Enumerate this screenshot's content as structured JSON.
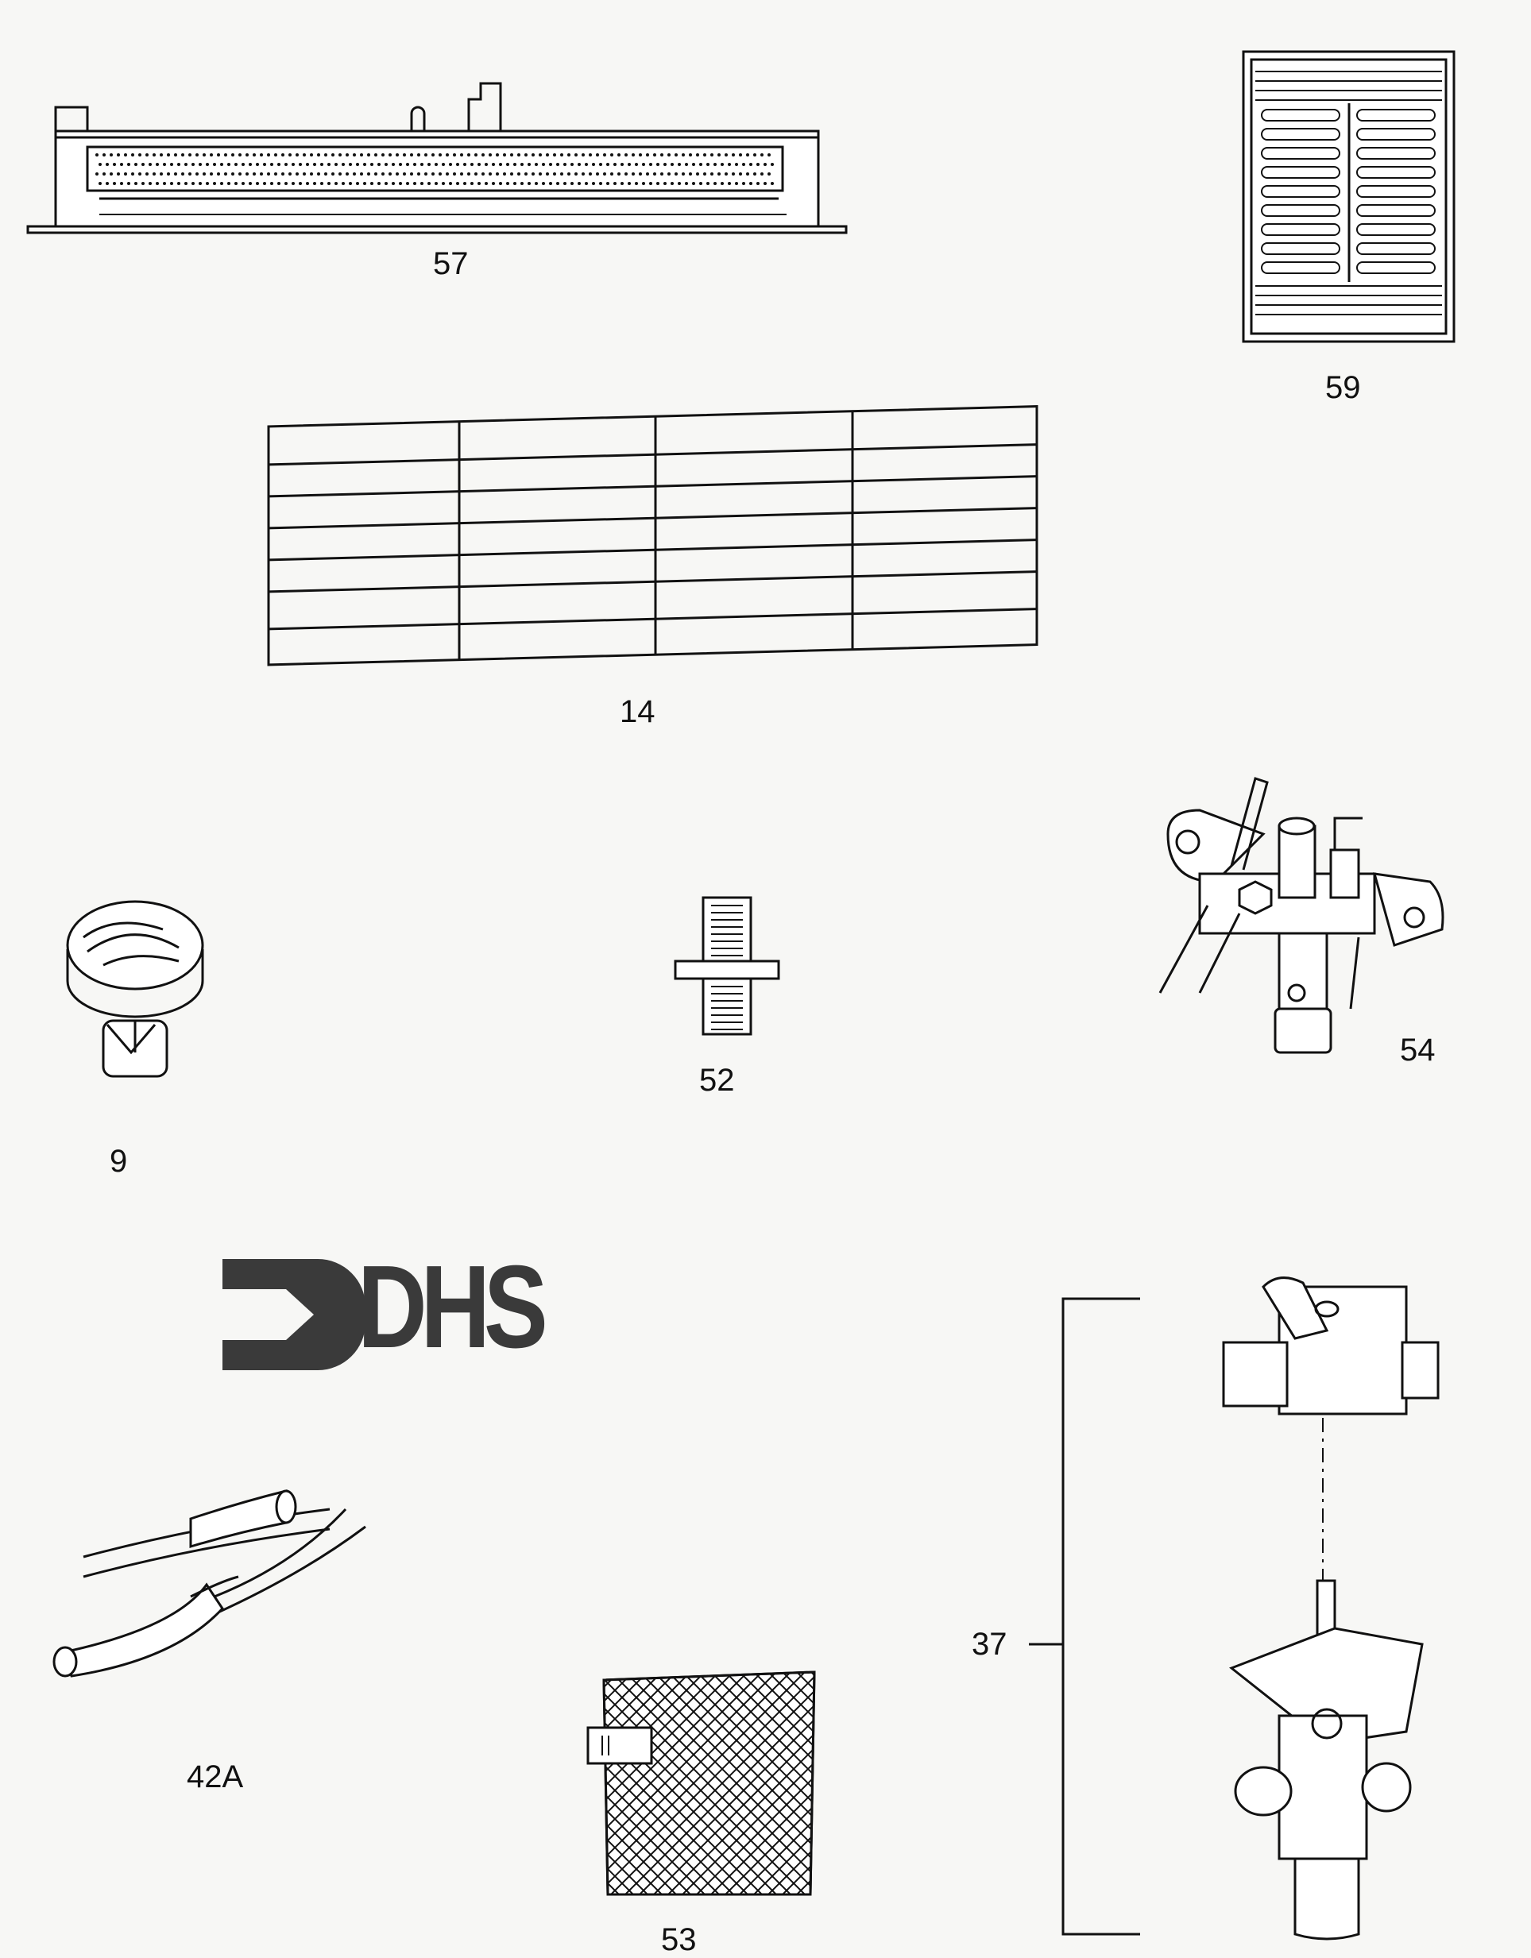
{
  "parts": [
    {
      "number": "57",
      "name": "burner"
    },
    {
      "number": "59",
      "name": "grille"
    },
    {
      "number": "14",
      "name": "table"
    },
    {
      "number": "9",
      "name": "knob"
    },
    {
      "number": "52",
      "name": "fitting"
    },
    {
      "number": "54",
      "name": "pilot-assembly"
    },
    {
      "number": "42A",
      "name": "tubing"
    },
    {
      "number": "53",
      "name": "screen"
    },
    {
      "number": "37",
      "name": "valve-assembly"
    }
  ],
  "logo": {
    "text": "DHS",
    "color": "#3a3a3a"
  },
  "colors": {
    "ink": "#111111",
    "paper": "#f7f7f5"
  }
}
